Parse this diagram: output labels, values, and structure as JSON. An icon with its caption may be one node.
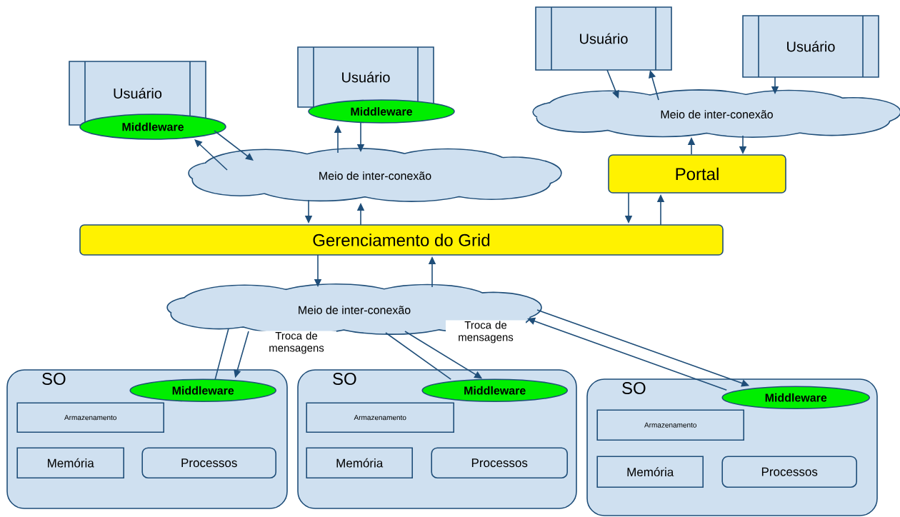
{
  "diagram": {
    "nodes": [
      {
        "text": [
          "Usuário"
        ]
      },
      {
        "text": [
          "Middleware"
        ]
      },
      {
        "text": [
          "Usuário"
        ]
      },
      {
        "text": [
          "Middleware"
        ]
      },
      {
        "text": [
          "Usuário"
        ]
      },
      {
        "text": [
          "Usuário"
        ]
      },
      {
        "text": [
          "Meio de inter-conexão"
        ]
      },
      {
        "text": [
          "Portal"
        ]
      },
      {
        "text": [
          "Meio de inter-conexão"
        ]
      },
      {
        "text": [
          "Gerenciamento do Grid"
        ]
      },
      {
        "text": [
          "Meio de inter-conexão"
        ]
      },
      {
        "text": [
          "SO"
        ]
      },
      {
        "text": [
          "Middleware"
        ],
        "in": 11
      },
      {
        "text": [
          "Armazenamento"
        ],
        "in": 11
      },
      {
        "text": [
          "Memória"
        ],
        "in": 11
      },
      {
        "text": [
          "Processos"
        ],
        "in": 11
      },
      {
        "text": [
          "SO"
        ]
      },
      {
        "text": [
          "Middleware"
        ],
        "in": 16
      },
      {
        "text": [
          "Armazenamento"
        ],
        "in": 16
      },
      {
        "text": [
          "Memória"
        ],
        "in": 16
      },
      {
        "text": [
          "Processos"
        ],
        "in": 16
      },
      {
        "text": [
          "SO"
        ]
      },
      {
        "text": [
          "Middleware"
        ],
        "in": 21
      },
      {
        "text": [
          "Armazenamento"
        ],
        "in": 21
      },
      {
        "text": [
          "Memória"
        ],
        "in": 21
      },
      {
        "text": [
          "Processos"
        ],
        "in": 21
      }
    ],
    "edges": [
      {
        "from": 1,
        "to": 8,
        "arrow": "to"
      },
      {
        "from": 8,
        "to": 1,
        "arrow": "to"
      },
      {
        "from": 8,
        "to": 3,
        "arrow": "to"
      },
      {
        "from": 3,
        "to": 8,
        "arrow": "to"
      },
      {
        "from": 8,
        "to": 9,
        "arrow": "to"
      },
      {
        "from": 9,
        "to": 8,
        "arrow": "to"
      },
      {
        "from": 4,
        "to": 6,
        "arrow": "to"
      },
      {
        "from": 6,
        "to": 4,
        "arrow": "to"
      },
      {
        "from": 5,
        "to": 6,
        "arrow": "to"
      },
      {
        "from": 6,
        "to": 7,
        "arrow": "to"
      },
      {
        "from": 7,
        "to": 6,
        "arrow": "to"
      },
      {
        "from": 7,
        "to": 9,
        "arrow": "to"
      },
      {
        "from": 9,
        "to": 7,
        "arrow": "to"
      },
      {
        "from": 9,
        "to": 10,
        "arrow": "to"
      },
      {
        "from": 10,
        "to": 9,
        "arrow": "to"
      },
      {
        "from": 12,
        "to": 10,
        "arrow": "none"
      },
      {
        "from": 10,
        "to": 12,
        "arrow": "to",
        "label": "Troca de mensagens"
      },
      {
        "from": 17,
        "to": 10,
        "arrow": "none"
      },
      {
        "from": 10,
        "to": 17,
        "arrow": "to",
        "label": "Troca de mensagens"
      },
      {
        "from": 10,
        "to": 22,
        "arrow": "to"
      },
      {
        "from": 22,
        "to": 10,
        "arrow": "to"
      }
    ]
  }
}
